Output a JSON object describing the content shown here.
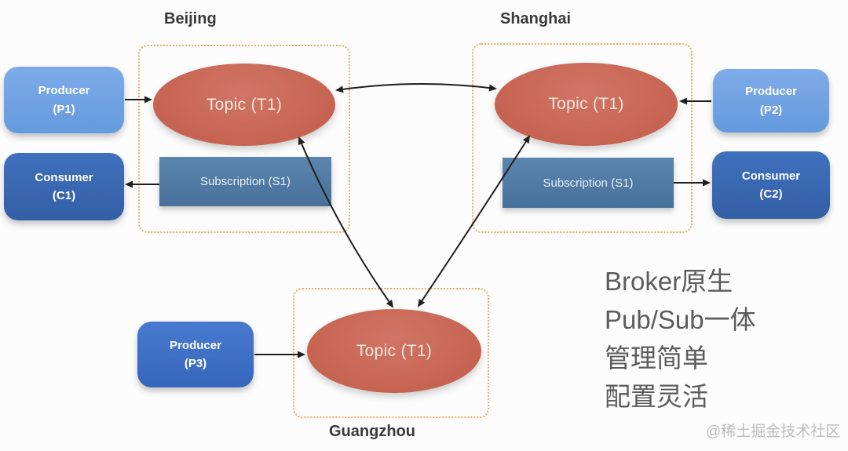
{
  "regions": [
    {
      "title": "Beijing",
      "topic_label": "Topic (T1)",
      "subscription_label": "Subscription (S1)"
    },
    {
      "title": "Shanghai",
      "topic_label": "Topic (T1)",
      "subscription_label": "Subscription (S1)"
    },
    {
      "title": "Guangzhou",
      "topic_label": "Topic (T1)"
    }
  ],
  "clients": [
    {
      "name": "Producer",
      "id_label": "(P1)"
    },
    {
      "name": "Consumer",
      "id_label": "(C1)"
    },
    {
      "name": "Producer",
      "id_label": "(P2)"
    },
    {
      "name": "Consumer",
      "id_label": "(C2)"
    },
    {
      "name": "Producer",
      "id_label": "(P3)"
    }
  ],
  "annotations": {
    "lines": [
      "Broker原生",
      "Pub/Sub一体",
      "管理简单",
      "配置灵活"
    ]
  },
  "watermark": "@稀土掘金技术社区",
  "colors": {
    "topic_red": "#c5614f",
    "producer_light_blue": "#6f9fe4",
    "consumer_dark_blue": "#345fa8",
    "producer_p3_blue": "#3a6fc6",
    "subscription_steel_blue": "#4d7aa6",
    "region_dashed_border": "#efa95c",
    "arrow_black": "#1f1f1f",
    "annotation_gray": "#5c5c5c",
    "watermark_gray": "#bdbdbd"
  }
}
